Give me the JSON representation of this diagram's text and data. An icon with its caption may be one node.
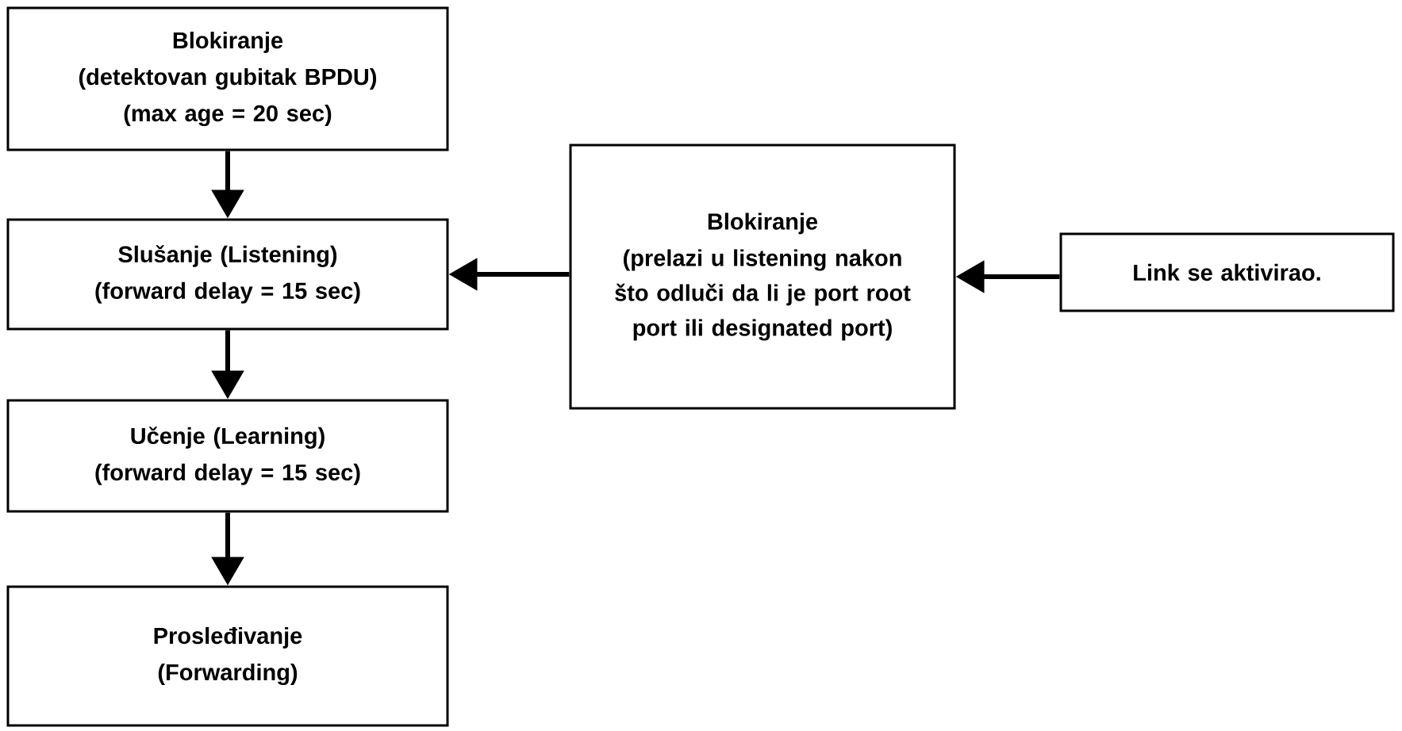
{
  "diagram": {
    "nodes": [
      {
        "text": [
          "Blokiranje",
          "(detektovan gubitak BPDU)",
          "(max age = 20 sec)"
        ]
      },
      {
        "text": [
          "Slušanje (Listening)",
          "(forward delay = 15 sec)"
        ]
      },
      {
        "text": [
          "Učenje (Learning)",
          "(forward delay = 15 sec)"
        ]
      },
      {
        "text": [
          "Prosleđivanje",
          "(Forwarding)"
        ]
      },
      {
        "text": [
          "Blokiranje",
          "(prelazi u listening nakon što odluči da li je port root port ili designated port)"
        ]
      },
      {
        "text": [
          "Link se aktivirao."
        ]
      }
    ],
    "edges": [
      {
        "from": 0,
        "to": 1,
        "arrow": "to"
      },
      {
        "from": 1,
        "to": 2,
        "arrow": "to"
      },
      {
        "from": 2,
        "to": 3,
        "arrow": "to"
      },
      {
        "from": 4,
        "to": 1,
        "arrow": "to"
      },
      {
        "from": 5,
        "to": 4,
        "arrow": "to"
      }
    ]
  }
}
